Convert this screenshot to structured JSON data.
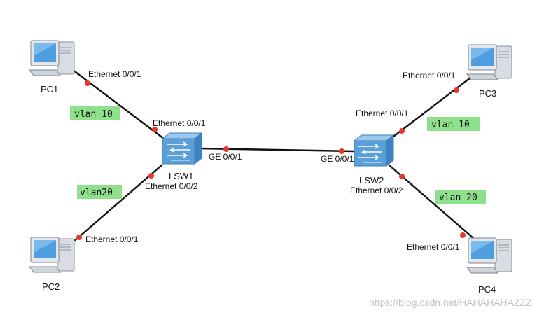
{
  "colors": {
    "link": "#111111",
    "port_dot": "#e8362a",
    "vlan_bg": "#8ee08a",
    "switch_body": "#5b9fd6",
    "pc_body": "#d9dde3",
    "pc_screen": "#4f9fe0",
    "watermark": "#c4c4c4"
  },
  "devices": {
    "pc1": {
      "label": "PC1",
      "icon": "pc-icon"
    },
    "pc2": {
      "label": "PC2",
      "icon": "pc-icon"
    },
    "pc3": {
      "label": "PC3",
      "icon": "pc-icon"
    },
    "pc4": {
      "label": "PC4",
      "icon": "pc-icon"
    },
    "lsw1": {
      "label": "LSW1",
      "icon": "switch-icon"
    },
    "lsw2": {
      "label": "LSW2",
      "icon": "switch-icon"
    }
  },
  "ports": {
    "pc1_e001": "Ethernet 0/0/1",
    "lsw1_e001": "Ethernet 0/0/1",
    "lsw1_e002": "Ethernet 0/0/2",
    "pc2_e001": "Ethernet 0/0/1",
    "lsw1_ge001": "GE 0/0/1",
    "lsw2_ge001": "GE 0/0/1",
    "pc3_e001": "Ethernet 0/0/1",
    "lsw2_e001": "Ethernet 0/0/1",
    "lsw2_e002": "Ethernet 0/0/2",
    "pc4_e001": "Ethernet 0/0/1"
  },
  "vlans": {
    "pc1_link": "vlan 10",
    "pc2_link": "vlan20",
    "pc3_link": "vlan 10",
    "pc4_link": "vlan 20"
  },
  "watermark": "https://blog.csdn.net/HAHAHAHAZZZ"
}
